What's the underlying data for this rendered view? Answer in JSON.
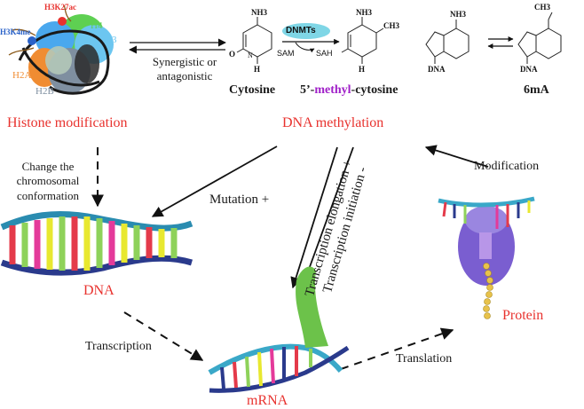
{
  "histone": {
    "marks": {
      "h3k27ac": "H3K27ac",
      "h3k4me": "H3K4me",
      "h4": "H4",
      "h3": "H3",
      "h2a": "H2A",
      "h2b": "H2B"
    },
    "title": "Histone modification",
    "conformation_line1": "Change the",
    "conformation_line2": "chromosomal",
    "conformation_line3": "conformation"
  },
  "crosstalk": {
    "line1": "Synergistic or",
    "line2": "antagonistic"
  },
  "methylation": {
    "enzyme": "DNMTs",
    "sam": "SAM",
    "sah": "SAH",
    "nh3_a": "NH3",
    "nh3_b": "NH3",
    "nh3_c": "NH3",
    "ch3_a": "CH3",
    "ch3_b": "CH3",
    "n_label": "N",
    "h_label": "H",
    "o_label": "O",
    "dna_label_a": "DNA",
    "dna_label_b": "DNA",
    "cytosine": "Cytosine",
    "methyl_prefix": "5’-",
    "methyl_word": "methyl",
    "methyl_suffix": "-cytosine",
    "sixma": "6mA",
    "title": "DNA methylation"
  },
  "flow": {
    "mutation": "Mutation +",
    "elongation": "Transcription elongation +",
    "initiation": "Transcription initiation -",
    "modification": "Modification",
    "transcription": "Transcription",
    "translation": "Translation"
  },
  "molecules": {
    "dna": "DNA",
    "mrna": "mRNA",
    "protein": "Protein"
  },
  "colors": {
    "label_red": "#e8322e",
    "methyl_purple": "#a020c8",
    "dnmt_fill": "#7fd6e6"
  }
}
